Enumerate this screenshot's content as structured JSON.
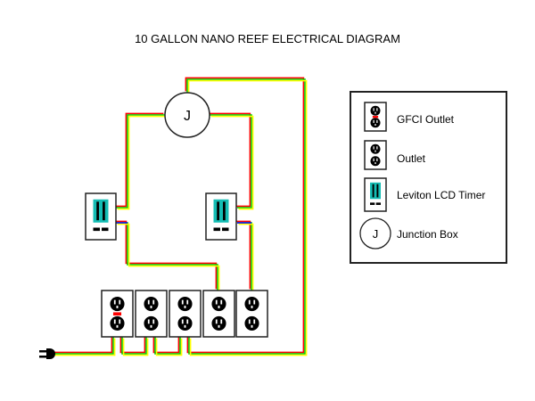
{
  "title": "10 GALLON NANO REEF ELECTRICAL DIAGRAM",
  "junction_label": "J",
  "colors": {
    "wire_hot": "#ff0000",
    "wire_ground": "#00cc00",
    "wire_neutral": "#ffff00",
    "timer_screen": "#14bdb4",
    "timer_output": "#0000ff",
    "gfci_mark": "#ff0000"
  },
  "legend": {
    "items": [
      {
        "icon": "gfci-outlet-icon",
        "label": "GFCI Outlet"
      },
      {
        "icon": "outlet-icon",
        "label": "Outlet"
      },
      {
        "icon": "timer-icon",
        "label": "Leviton LCD Timer"
      },
      {
        "icon": "junction-box-icon",
        "label": "Junction Box",
        "symbol": "J"
      }
    ]
  },
  "components": {
    "outlets": [
      {
        "type": "GFCI Outlet"
      },
      {
        "type": "Outlet"
      },
      {
        "type": "Outlet"
      },
      {
        "type": "Outlet"
      },
      {
        "type": "Outlet"
      }
    ],
    "timers": [
      {
        "type": "Leviton LCD Timer"
      },
      {
        "type": "Leviton LCD Timer"
      }
    ],
    "plug": "power-plug-icon"
  }
}
